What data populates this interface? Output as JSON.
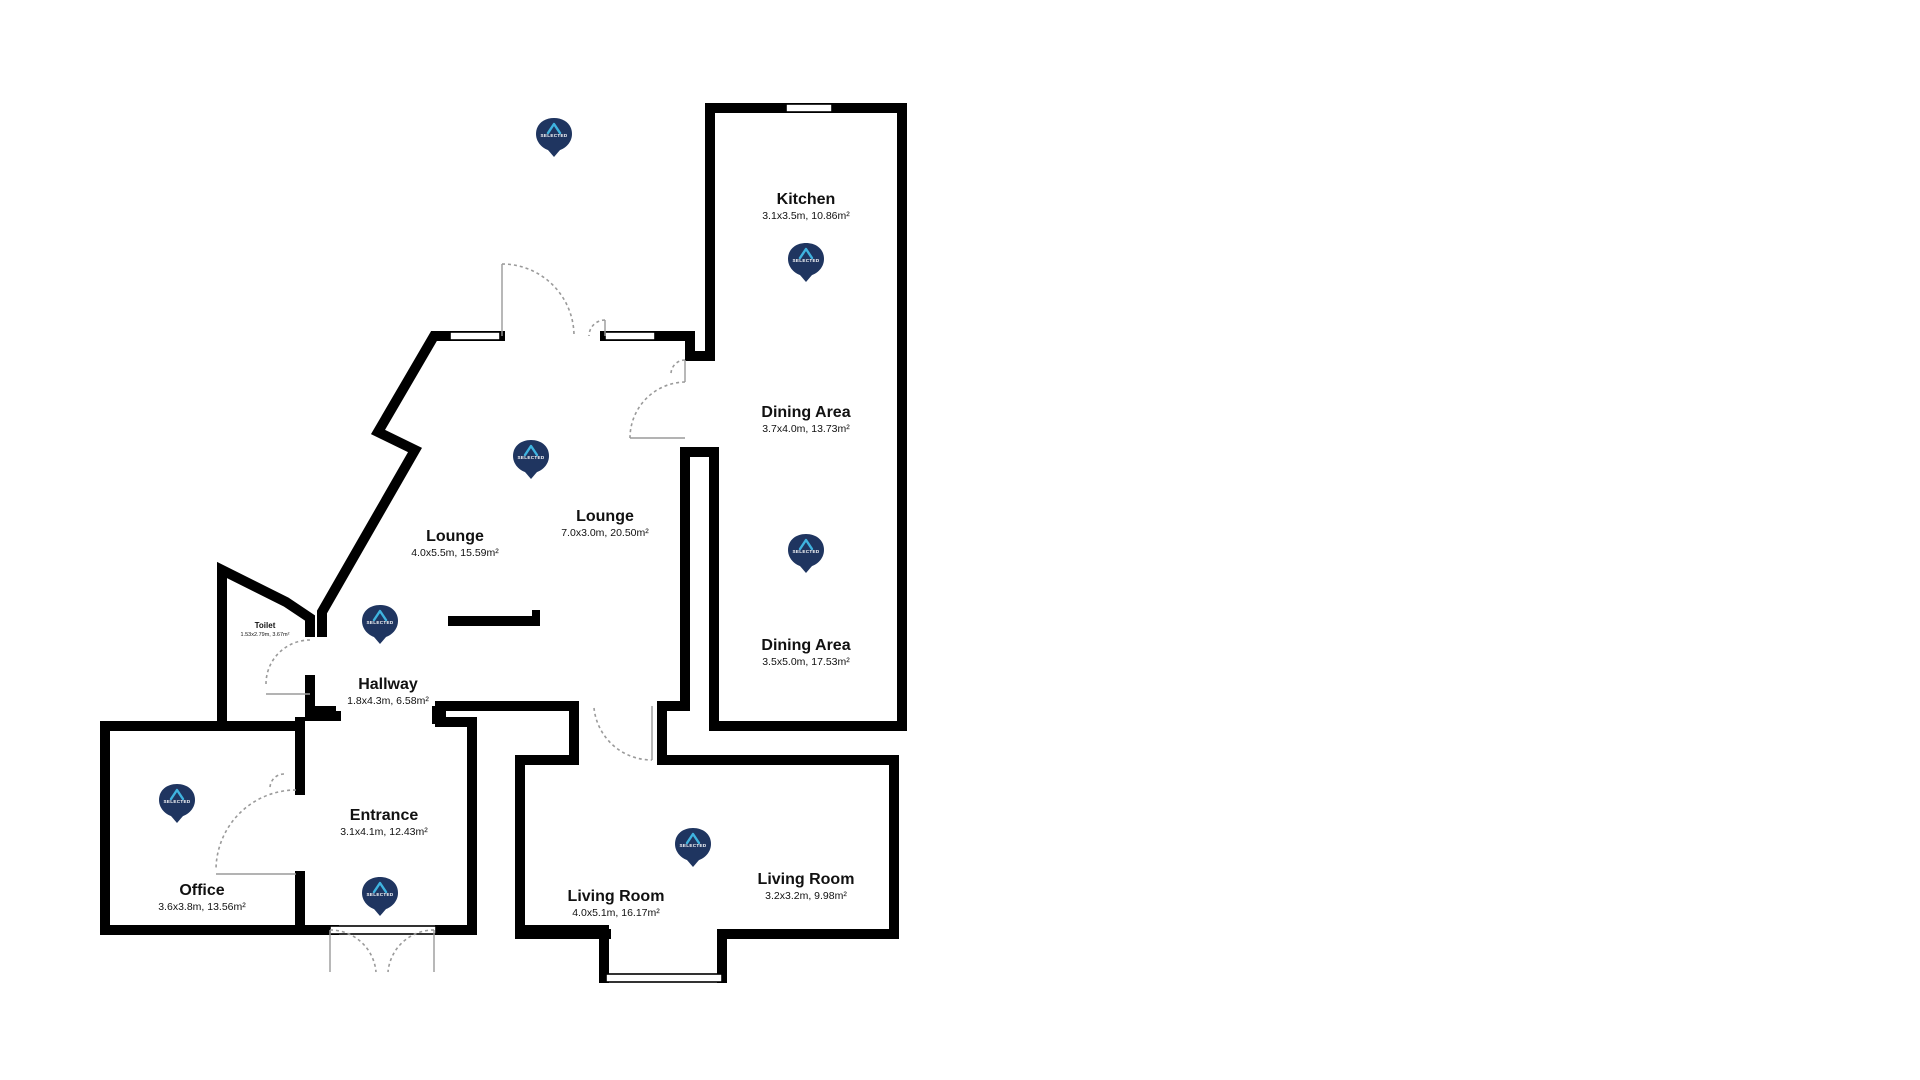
{
  "brand": {
    "marker_label": "SELECTED",
    "marker_color": "#1f3560",
    "marker_accent": "#3fb4e0",
    "marker_icon": "map-pin-icon"
  },
  "rooms": {
    "kitchen": {
      "name": "Kitchen",
      "dims": "3.1x3.5m, 10.86m²"
    },
    "dining_area_1": {
      "name": "Dining Area",
      "dims": "3.7x4.0m, 13.73m²"
    },
    "dining_area_2": {
      "name": "Dining Area",
      "dims": "3.5x5.0m, 17.53m²"
    },
    "lounge_1": {
      "name": "Lounge",
      "dims": "4.0x5.5m, 15.59m²"
    },
    "lounge_2": {
      "name": "Lounge",
      "dims": "7.0x3.0m, 20.50m²"
    },
    "toilet": {
      "name": "Toilet",
      "dims": "1.53x2.79m, 3.67m²"
    },
    "hallway": {
      "name": "Hallway",
      "dims": "1.8x4.3m, 6.58m²"
    },
    "entrance": {
      "name": "Entrance",
      "dims": "3.1x4.1m, 12.43m²"
    },
    "office": {
      "name": "Office",
      "dims": "3.6x3.8m, 13.56m²"
    },
    "living_room_1": {
      "name": "Living Room",
      "dims": "4.0x5.1m, 16.17m²"
    },
    "living_room_2": {
      "name": "Living Room",
      "dims": "3.2x3.2m, 9.98m²"
    }
  }
}
